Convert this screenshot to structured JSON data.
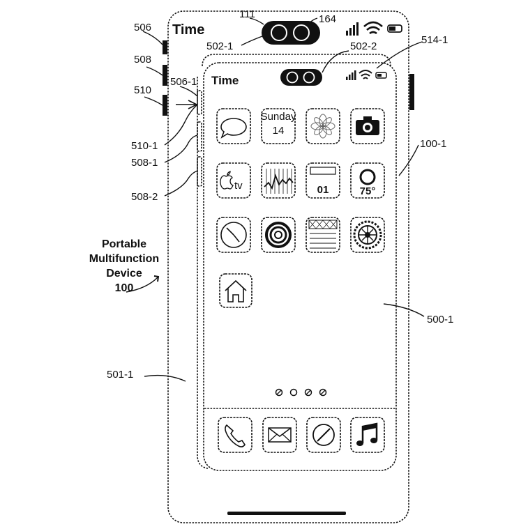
{
  "figure": {
    "caption": {
      "line1": "Portable",
      "line2": "Multifunction",
      "line3": "Device",
      "line4": "100"
    },
    "refs": {
      "r506": "506",
      "r508": "508",
      "r510": "510",
      "r111": "111",
      "r164": "164",
      "r502_1": "502-1",
      "r502_2": "502-2",
      "r514_1": "514-1",
      "r506_1": "506-1",
      "r510_1": "510-1",
      "r508_1": "508-1",
      "r508_2": "508-2",
      "r100_1": "100-1",
      "r500_1": "500-1",
      "r501_1": "501-1"
    }
  },
  "outer_device": {
    "status_time": "Time"
  },
  "inner_device": {
    "status_time": "Time",
    "calendar": {
      "day": "Sunday",
      "date": "14"
    },
    "tv_label": "tv",
    "stocks_label": "01",
    "weather_label": "75°",
    "page_dots": 4,
    "dock": [
      "phone",
      "mail",
      "browser",
      "music"
    ]
  }
}
